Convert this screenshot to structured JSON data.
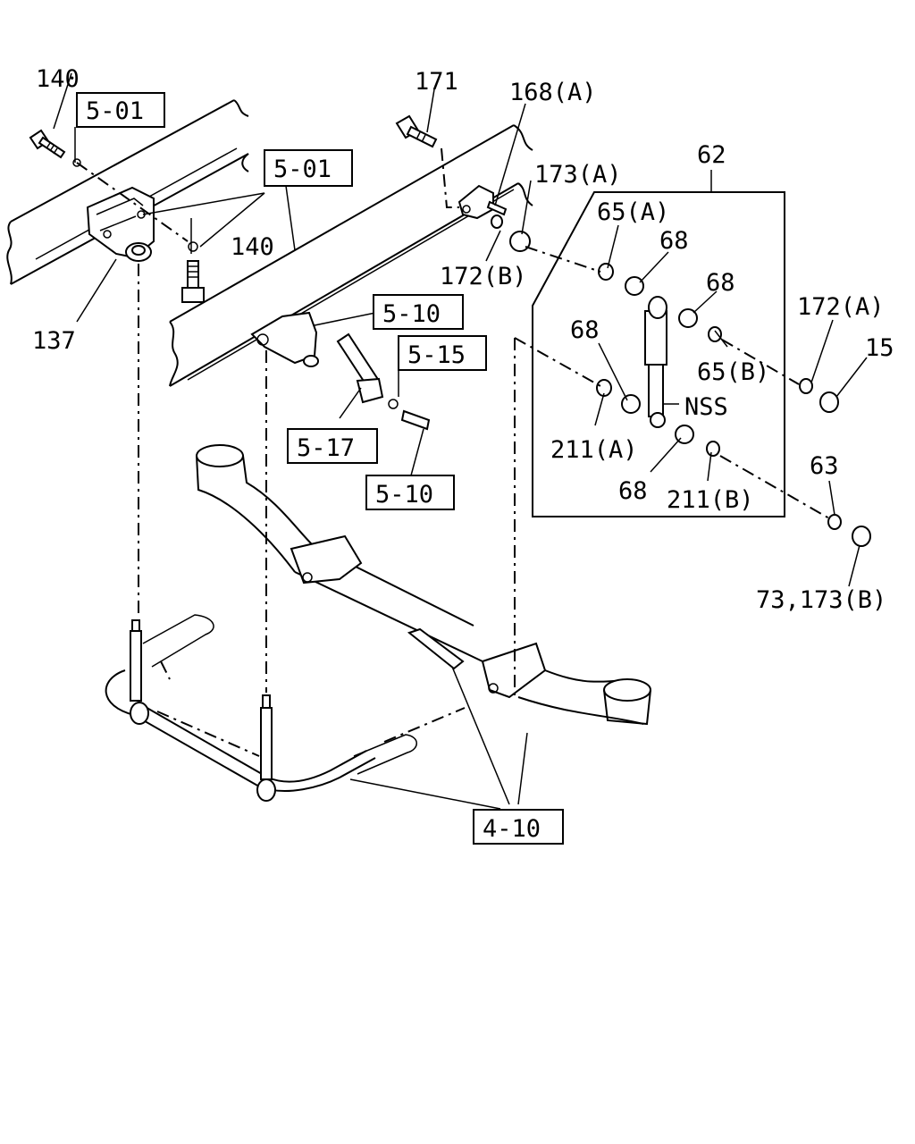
{
  "diagram": {
    "callouts": {
      "c140a": "140",
      "c137": "137",
      "c140b": "140",
      "c171": "171",
      "c168a": "168(A)",
      "c173a": "173(A)",
      "c172b": "172(B)",
      "c62": "62",
      "c65a": "65(A)",
      "c68a": "68",
      "c68b": "68",
      "c68c": "68",
      "c65b": "65(B)",
      "cnss": "NSS",
      "c211a": "211(A)",
      "c68d": "68",
      "c211b": "211(B)",
      "c172a": "172(A)",
      "c15": "15",
      "c63": "63",
      "c73": "73,173(B)"
    },
    "refs": {
      "r501a": "5-01",
      "r501b": "5-01",
      "r510a": "5-10",
      "r515": "5-15",
      "r517": "5-17",
      "r510b": "5-10",
      "r410": "4-10"
    }
  }
}
